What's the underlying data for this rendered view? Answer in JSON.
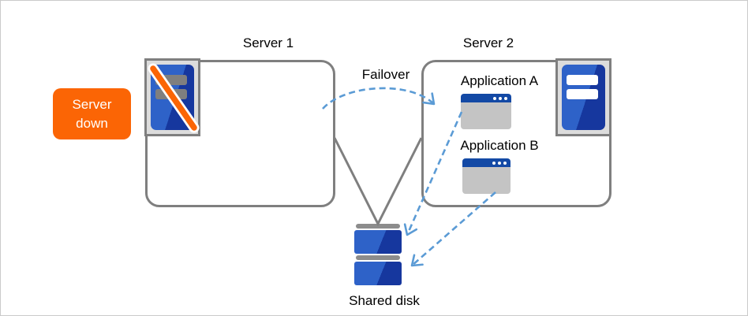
{
  "diagram": {
    "type": "failover-cluster-diagram",
    "badge": {
      "line1": "Server",
      "line2": "down"
    },
    "servers": [
      {
        "label": "Server 1",
        "status": "down",
        "icon": "server-icon-crossed-out"
      },
      {
        "label": "Server 2",
        "status": "up",
        "icon": "server-icon"
      }
    ],
    "failover_label": "Failover",
    "applications": [
      {
        "label": "Application A",
        "icon": "app-window-icon"
      },
      {
        "label": "Application B",
        "icon": "app-window-icon"
      }
    ],
    "shared_disk_label": "Shared disk",
    "connections": [
      {
        "from": "Server 1",
        "to": "Shared disk",
        "style": "solid-gray"
      },
      {
        "from": "Server 2",
        "to": "Shared disk",
        "style": "solid-gray"
      },
      {
        "from": "Server 1",
        "to": "Server 2",
        "style": "dashed-blue-arrow",
        "label": "Failover"
      },
      {
        "from": "Application A",
        "to": "Shared disk",
        "style": "dashed-blue-arrow"
      },
      {
        "from": "Application B",
        "to": "Shared disk",
        "style": "dashed-blue-arrow"
      }
    ],
    "colors": {
      "orange": "#FB6505",
      "server_blue": "#2E62C8",
      "server_blue_dark": "#16379E",
      "line_gray": "#7F7F7F",
      "arrow_blue": "#5B9BD5",
      "icon_frame_bg": "#DCDCDC",
      "window_gray": "#C4C4C4",
      "titlebar_blue": "#1349A5",
      "disk_cap_gray": "#8C8C8C",
      "canvas_border": "#CACACA"
    }
  }
}
